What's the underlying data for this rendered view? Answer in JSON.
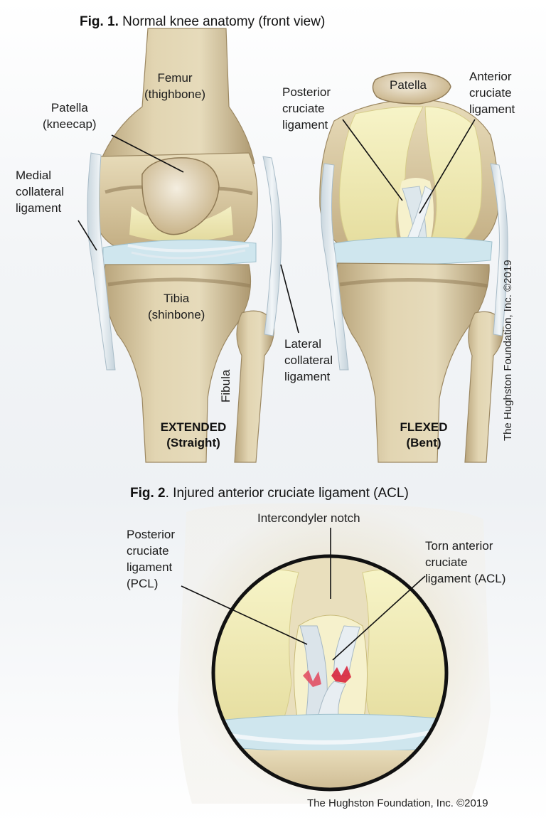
{
  "fig1": {
    "title_bold": "Fig. 1.",
    "title_text": " Normal knee anatomy (front view)",
    "labels": {
      "femur": [
        "Femur",
        "(thighbone)"
      ],
      "patella_ext": [
        "Patella",
        "(kneecap)"
      ],
      "mcl": [
        "Medial",
        "collateral",
        "ligament"
      ],
      "tibia": [
        "Tibia",
        "(shinbone)"
      ],
      "lcl": [
        "Lateral",
        "collateral",
        "ligament"
      ],
      "fibula": "Fibula",
      "pcl_flexed": [
        "Posterior",
        "cruciate",
        "ligament"
      ],
      "patella_flexed": "Patella",
      "acl_flexed": [
        "Anterior",
        "cruciate",
        "ligament"
      ]
    },
    "captions": {
      "extended": [
        "EXTENDED",
        "(Straight)"
      ],
      "flexed": [
        "FLEXED",
        "(Bent)"
      ]
    },
    "credit": "The Hughston Foundation, Inc. ©2019"
  },
  "fig2": {
    "title_bold": "Fig. 2",
    "title_text": ". Injured anterior cruciate ligament (ACL)",
    "labels": {
      "notch": "Intercondyler notch",
      "pcl": [
        "Posterior",
        "cruciate",
        "ligament",
        "(PCL)"
      ],
      "torn_acl": [
        "Torn anterior",
        "cruciate",
        "ligament (ACL)"
      ]
    },
    "credit": "The Hughston Foundation, Inc. ©2019"
  },
  "colors": {
    "bone": "#d9c9a0",
    "bone_dark": "#a8926a",
    "cartilage": "#f3efb8",
    "ligament": "#dfe8ee",
    "meniscus": "#cfe6ee",
    "tear": "#d8243c",
    "circle": "#111111"
  }
}
